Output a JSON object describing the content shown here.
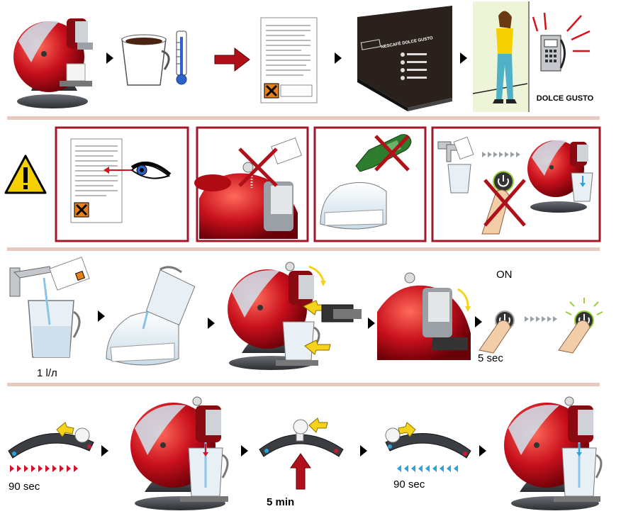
{
  "colors": {
    "machine_red": "#c8101c",
    "machine_dark": "#3a3d42",
    "divider": "#e9c8bf",
    "frame": "#a3172a",
    "arrow_red": "#b0101a",
    "warning_yellow": "#f5d000",
    "pointer_yellow": "#f7d21a",
    "blue_chevrons": "#2aa3dd",
    "red_chevrons": "#d2142a"
  },
  "icons": {
    "warning": "warning-triangle-icon",
    "eye": "eye-icon",
    "thermometer": "thermometer-icon",
    "phone": "phone-icon",
    "power": "power-button-icon"
  },
  "row1": {
    "box_text": "NESCAFÉ DOLCE GUSTO",
    "phone_label": "DOLCE GUSTO"
  },
  "row3": {
    "water_amount": "1 l/л",
    "on_label": "ON",
    "press_time": "5 sec"
  },
  "row4": {
    "time_left": "90 sec",
    "time_center": "5 min",
    "time_right": "90 sec"
  }
}
